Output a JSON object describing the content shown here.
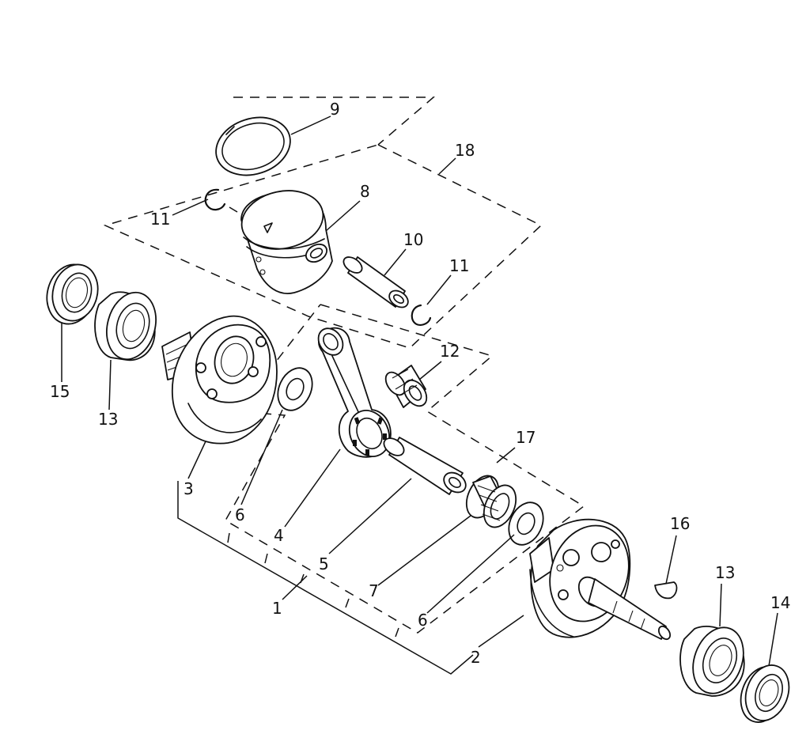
{
  "callouts": [
    {
      "id": "c9",
      "text": "9"
    },
    {
      "id": "c18",
      "text": "18"
    },
    {
      "id": "c8",
      "text": "8"
    },
    {
      "id": "c11a",
      "text": "11"
    },
    {
      "id": "c10",
      "text": "10"
    },
    {
      "id": "c11b",
      "text": "11"
    },
    {
      "id": "c15",
      "text": "15"
    },
    {
      "id": "c13a",
      "text": "13"
    },
    {
      "id": "c12",
      "text": "12"
    },
    {
      "id": "c17",
      "text": "17"
    },
    {
      "id": "c3",
      "text": "3"
    },
    {
      "id": "c6a",
      "text": "6"
    },
    {
      "id": "c4",
      "text": "4"
    },
    {
      "id": "c16",
      "text": "16"
    },
    {
      "id": "c5",
      "text": "5"
    },
    {
      "id": "c13b",
      "text": "13"
    },
    {
      "id": "c7",
      "text": "7"
    },
    {
      "id": "c1",
      "text": "1"
    },
    {
      "id": "c14",
      "text": "14"
    },
    {
      "id": "c6b",
      "text": "6"
    },
    {
      "id": "c2",
      "text": "2"
    }
  ],
  "parts": [
    "piston-ring",
    "piston-assembly-group",
    "piston",
    "piston-pin-clip",
    "piston-pin",
    "oil-seal",
    "bearing",
    "small-end-needle-bearing",
    "crankshaft-assembly-group",
    "left-crank-web",
    "thrust-washer",
    "connecting-rod",
    "woodruff-key",
    "crank-pin",
    "big-end-needle-bearing",
    "crankshaft-assembly",
    "right-crank-web"
  ]
}
